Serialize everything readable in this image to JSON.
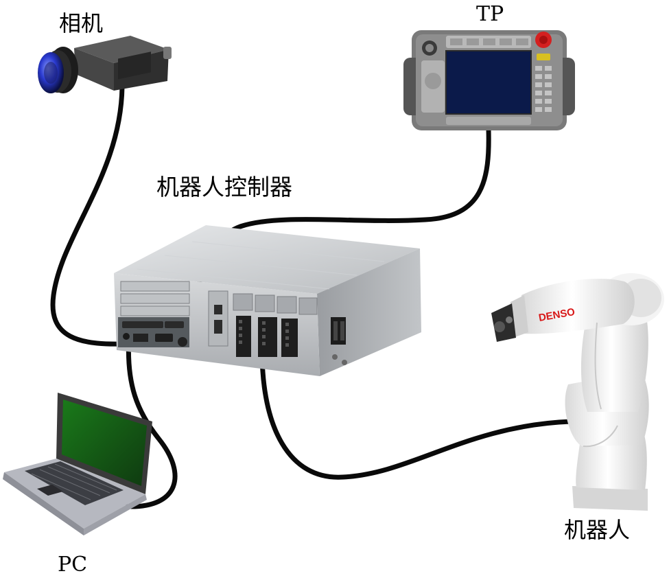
{
  "labels": {
    "camera": "相机",
    "teach_pendant": "TP",
    "controller": "机器人控制器",
    "robot": "机器人",
    "pc": "PC"
  },
  "robot_brand": "DENSO",
  "colors": {
    "cable": "#0a0a0a",
    "controller_body": "#c7cacd",
    "camera_body": "#3a3a3a",
    "camera_lens": "#2a3ad0",
    "pendant_body": "#7a7a7a",
    "pendant_screen": "#0b1a4a",
    "emergency_button": "#d42020",
    "laptop_screen": "#1f6a1f",
    "robot_body": "#f2f2f2",
    "brand_red": "#d81818"
  },
  "icons": [
    "camera-icon",
    "teach-pendant-icon",
    "controller-icon",
    "laptop-icon",
    "robot-arm-icon"
  ]
}
